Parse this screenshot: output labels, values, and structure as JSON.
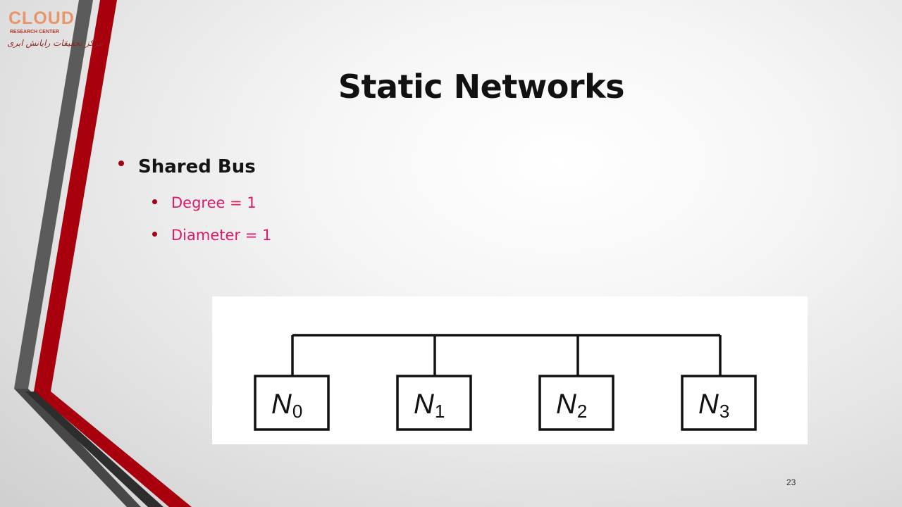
{
  "logo": {
    "title": "CLOUD",
    "subtitle": "RESEARCH CENTER",
    "persian": "مرکز تحقیقات رایانش ابری"
  },
  "slide": {
    "title": "Static Networks",
    "bullets": [
      {
        "text": "Shared Bus",
        "sub": [
          {
            "text": "Degree = 1"
          },
          {
            "text": "Diameter = 1"
          }
        ]
      }
    ],
    "page_number": "23"
  },
  "diagram": {
    "nodes": [
      {
        "label": "N",
        "sub": "0"
      },
      {
        "label": "N",
        "sub": "1"
      },
      {
        "label": "N",
        "sub": "2"
      },
      {
        "label": "N",
        "sub": "3"
      }
    ]
  },
  "colors": {
    "accent_red": "#a00012",
    "stripe_gray": "#5a5a5a",
    "sub_bullet_text": "#e0186c"
  }
}
